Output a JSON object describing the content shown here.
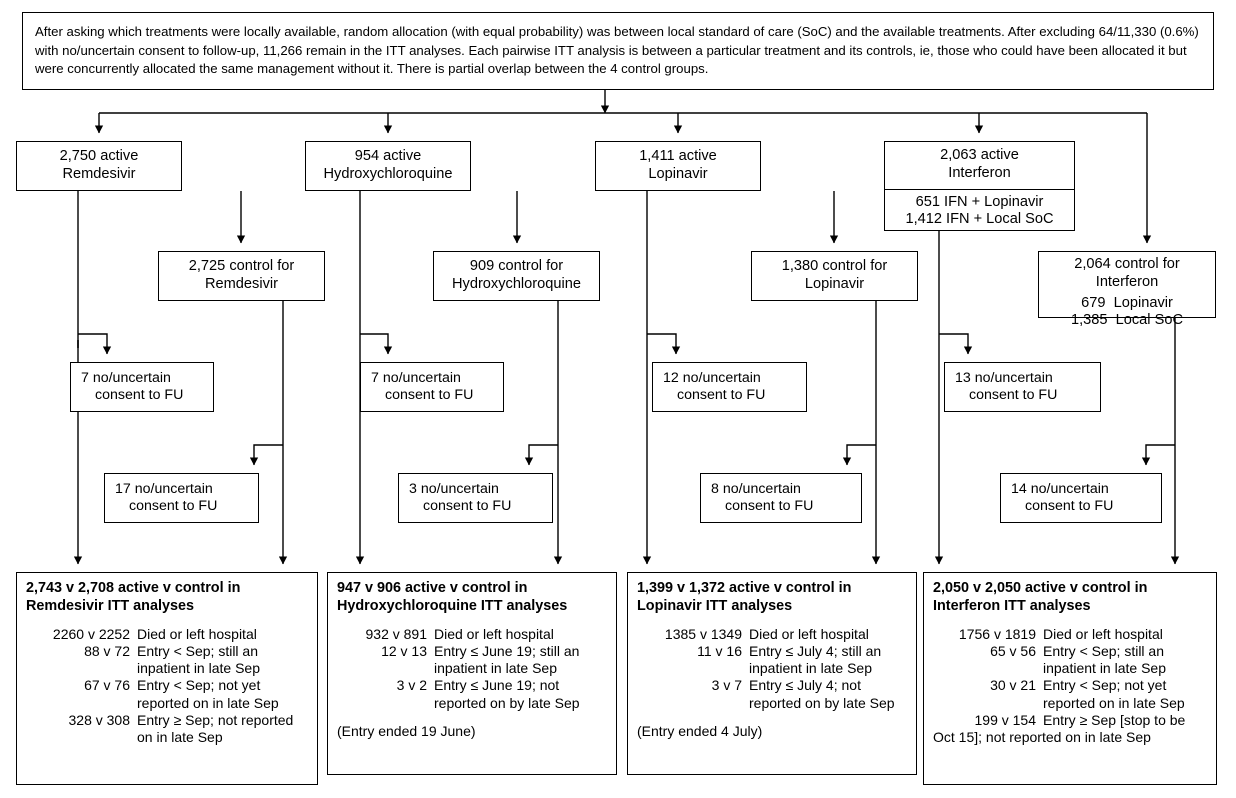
{
  "note": {
    "text": "After asking which treatments were locally available, random allocation (with equal probability) was between local standard of care (SoC) and the available treatments. After excluding 64/11,330 (0.6%) with no/uncertain consent to follow-up, 11,266 remain in the ITT analyses. Each pairwise ITT analysis is between a particular treatment and its controls, ie, those who could have been allocated it but were concurrently allocated the same management without it. There is partial overlap between the 4 control groups."
  },
  "active": {
    "remdesivir": {
      "line1": "2,750 active",
      "line2": "Remdesivir"
    },
    "hydroxychloroquine": {
      "line1": "954 active",
      "line2": "Hydroxychloroquine"
    },
    "lopinavir": {
      "line1": "1,411 active",
      "line2": "Lopinavir"
    },
    "interferon": {
      "line1": "2,063 active",
      "line2": "Interferon",
      "sub1": "651 IFN + Lopinavir",
      "sub2": "1,412 IFN + Local SoC"
    }
  },
  "control": {
    "remdesivir": {
      "line1": "2,725 control for",
      "line2": "Remdesivir"
    },
    "hydroxychloroquine": {
      "line1": "909 control for",
      "line2": "Hydroxychloroquine"
    },
    "lopinavir": {
      "line1": "1,380 control for",
      "line2": "Lopinavir"
    },
    "interferon": {
      "line1": "2,064 control for",
      "line2": "Interferon",
      "sub1": "679  Lopinavir",
      "sub2": "1,385  Local SoC"
    }
  },
  "consent": {
    "active_arm": [
      {
        "line1": "7 no/uncertain",
        "line2": "consent to FU"
      },
      {
        "line1": "7 no/uncertain",
        "line2": "consent to FU"
      },
      {
        "line1": "12 no/uncertain",
        "line2": "consent to FU"
      },
      {
        "line1": "13 no/uncertain",
        "line2": "consent to FU"
      }
    ],
    "control_arm": [
      {
        "line1": "17 no/uncertain",
        "line2": "consent to FU"
      },
      {
        "line1": "3 no/uncertain",
        "line2": "consent to FU"
      },
      {
        "line1": "8 no/uncertain",
        "line2": "consent to FU"
      },
      {
        "line1": "14 no/uncertain",
        "line2": "consent to FU"
      }
    ]
  },
  "results": {
    "remdesivir": {
      "title_line1": "2,743 v 2,708 active v control in",
      "title_line2": "Remdesivir ITT analyses",
      "rows": [
        {
          "num": "2260 v 2252",
          "desc": "Died or left hospital"
        },
        {
          "num": "88 v 72",
          "desc": "Entry < Sep; still an inpatient in late Sep"
        },
        {
          "num": "67 v 76",
          "desc": "Entry < Sep; not yet reported on in late Sep"
        },
        {
          "num": "328 v 308",
          "desc": "Entry ≥ Sep; not reported on in late Sep"
        }
      ],
      "note": ""
    },
    "hydroxychloroquine": {
      "title_line1": "947 v 906 active v control in",
      "title_line2": "Hydroxychloroquine ITT analyses",
      "rows": [
        {
          "num": "932 v 891",
          "desc": "Died or left hospital"
        },
        {
          "num": "12 v 13",
          "desc": "Entry ≤ June 19; still an inpatient in late Sep"
        },
        {
          "num": "3 v 2",
          "desc": "Entry ≤ June 19; not reported on by late Sep"
        }
      ],
      "note": "(Entry ended 19 June)"
    },
    "lopinavir": {
      "title_line1": "1,399 v 1,372 active v control in",
      "title_line2": "Lopinavir ITT analyses",
      "rows": [
        {
          "num": "1385 v 1349",
          "desc": "Died or left hospital"
        },
        {
          "num": "11 v 16",
          "desc": "Entry ≤ July 4; still an inpatient in late Sep"
        },
        {
          "num": "3 v 7",
          "desc": "Entry ≤ July 4; not reported on by late Sep"
        }
      ],
      "note": "(Entry ended 4 July)"
    },
    "interferon": {
      "title_line1": "2,050 v 2,050 active v control in",
      "title_line2": "Interferon ITT analyses",
      "rows": [
        {
          "num": "1756 v 1819",
          "desc": "Died or left hospital"
        },
        {
          "num": "65 v 56",
          "desc": "Entry < Sep; still an inpatient in late Sep"
        },
        {
          "num": "30 v 21",
          "desc": "Entry < Sep; not yet reported on in late Sep"
        }
      ],
      "last_row_num": "199 v 154",
      "last_row_desc": "Entry ≥ Sep [stop to be",
      "last_row_cont": "Oct 15]; not reported on in late Sep",
      "note": ""
    }
  },
  "colors": {
    "stroke": "#000000",
    "background": "#ffffff",
    "text": "#000000"
  }
}
